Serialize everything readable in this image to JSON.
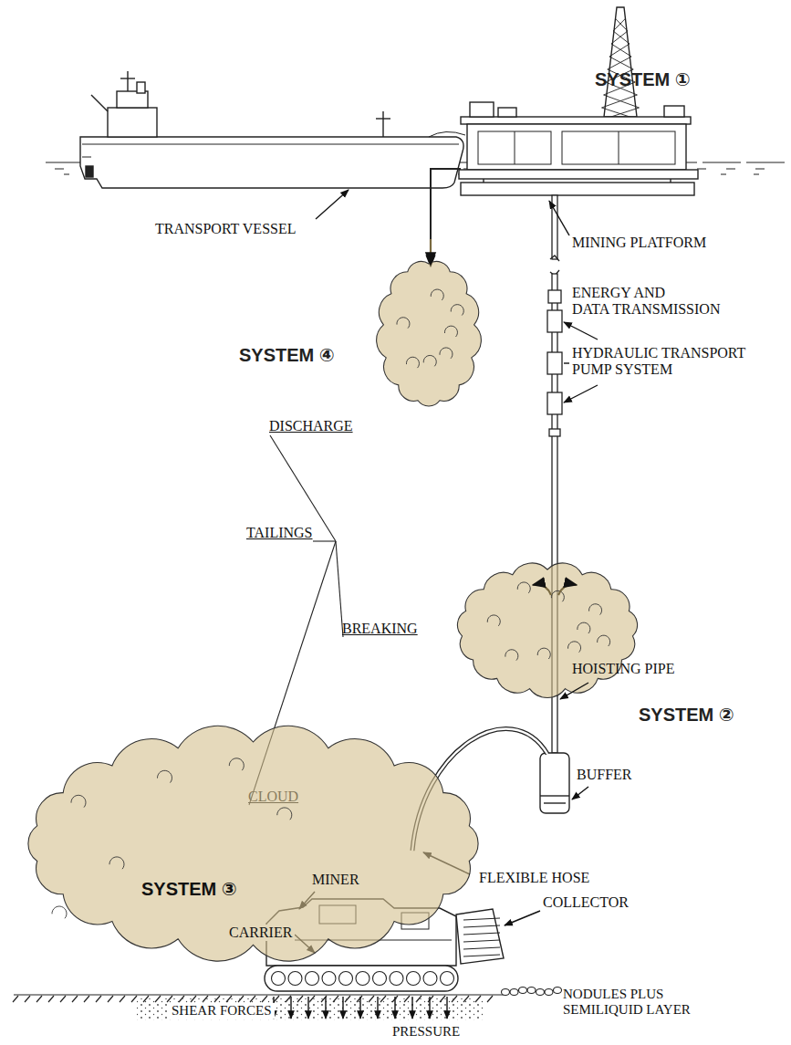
{
  "diagram": {
    "nodes": [
      {
        "text": [
          "SYSTEM ③",
          "MINER",
          "CARRIER"
        ]
      }
    ],
    "labels": [
      "SYSTEM ①",
      "TRANSPORT VESSEL",
      "MINING PLATFORM",
      "ENERGY AND DATA TRANSMISSION",
      "SYSTEM ④",
      "HYDRAULIC TRANSPORT PUMP SYSTEM",
      "DISCHARGE",
      "TAILINGS",
      "BREAKING",
      "HOISTING PIPE",
      "SYSTEM ②",
      "BUFFER",
      "CLOUD",
      "FLEXIBLE HOSE",
      "COLLECTOR",
      "NODULES PLUS SEMILIQUID LAYER",
      "SHEAR FORCES",
      "PRESSURE"
    ]
  }
}
